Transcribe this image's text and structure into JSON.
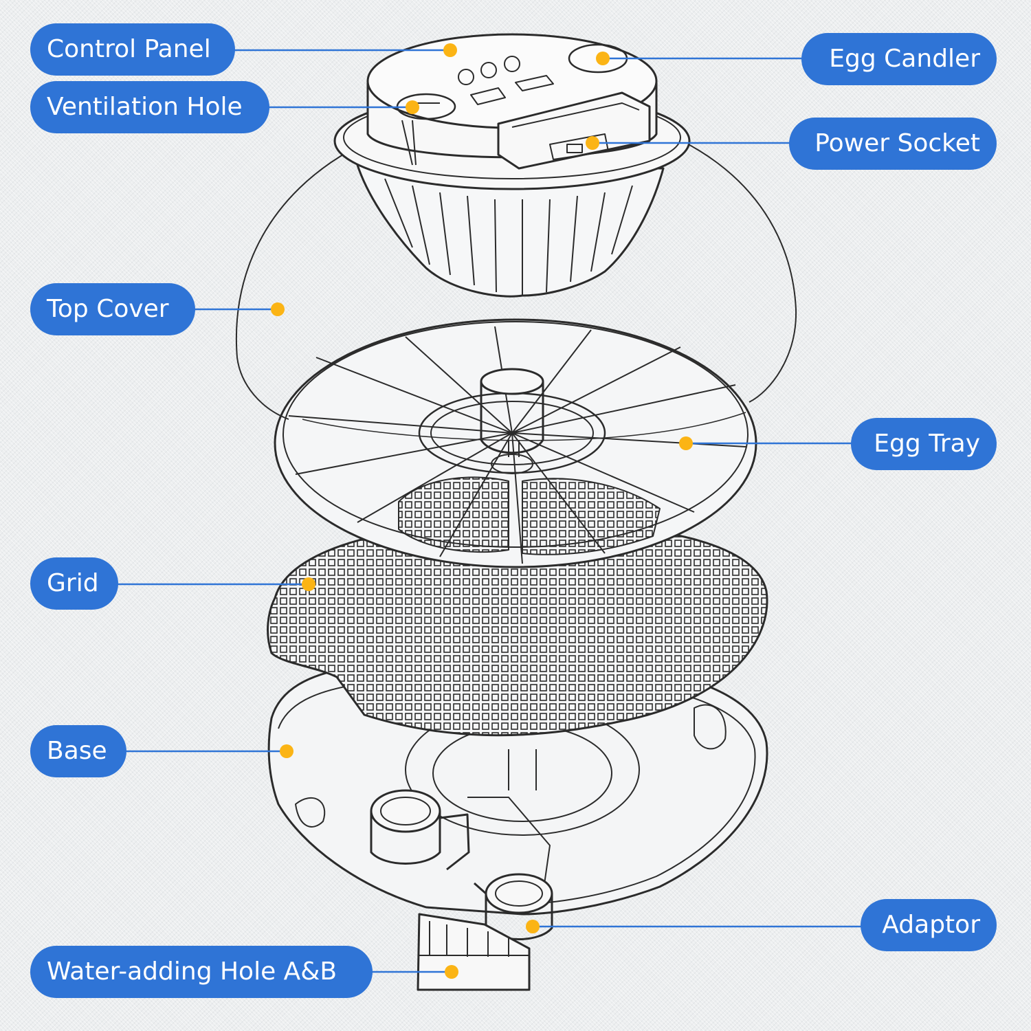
{
  "colors": {
    "label_bg": "#2f74d6",
    "label_text": "#ffffff",
    "leader_line": "#2f74d6",
    "marker": "#fbb415",
    "outline": "#2b2b2b",
    "background": "#eceeef"
  },
  "labels": {
    "control_panel": "Control Panel",
    "ventilation_hole": "Ventilation Hole",
    "top_cover": "Top Cover",
    "grid": "Grid",
    "base": "Base",
    "water_hole": "Water-adding Hole A&B",
    "egg_candler": "Egg Candler",
    "power_socket": "Power Socket",
    "egg_tray": "Egg Tray",
    "adaptor": "Adaptor"
  }
}
